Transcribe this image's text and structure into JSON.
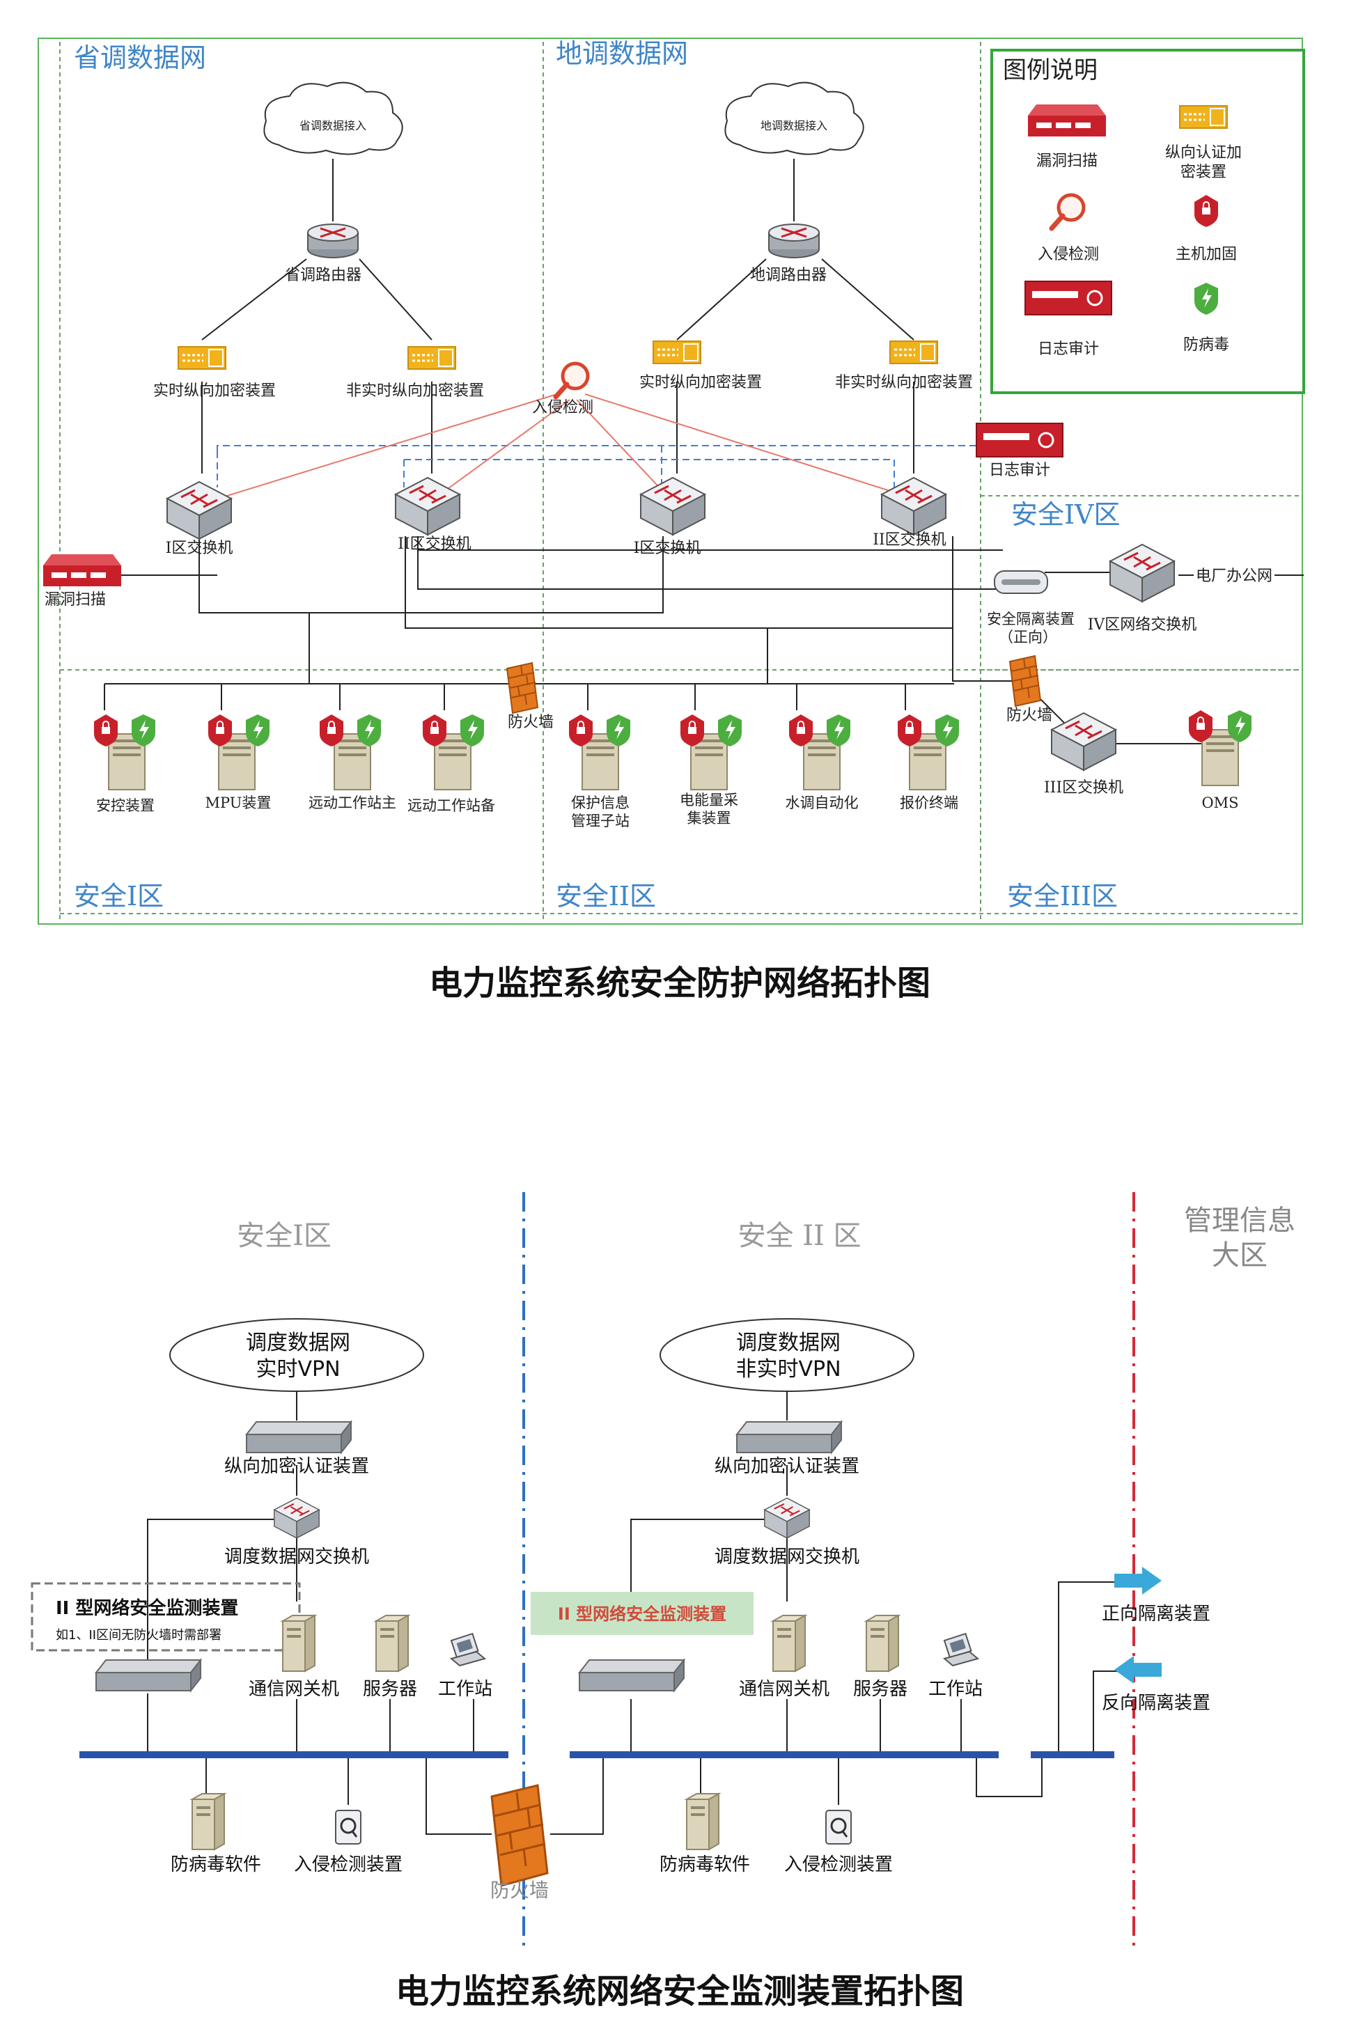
{
  "diagram1": {
    "zones": {
      "provincial_network": "省调数据网",
      "local_network": "地调数据网",
      "zone_I": "安全I区",
      "zone_II": "安全II区",
      "zone_III": "安全III区",
      "zone_IV": "安全IV区"
    },
    "clouds": {
      "provincial": "省调数据接入",
      "local": "地调数据接入"
    },
    "routers": {
      "provincial": "省调路由器",
      "local": "地调路由器"
    },
    "encryptors": {
      "prov_realtime": "实时纵向加密装置",
      "prov_nonrealtime": "非实时纵向加密装置",
      "local_realtime": "实时纵向加密装置",
      "local_nonrealtime": "非实时纵向加密装置"
    },
    "ids": "入侵检测",
    "log_audit": "日志审计",
    "vuln_scan": "漏洞扫描",
    "switches": {
      "sw1": "I区交换机",
      "sw2": "II区交换机",
      "sw3": "I区交换机",
      "sw4": "II区交换机",
      "sw_iii": "III区交换机",
      "sw_iv": "IV区网络交换机"
    },
    "isolation_forward": [
      "安全隔离装置",
      "（正向）"
    ],
    "plant_office": "电厂办公网",
    "firewall_1": "防火墙",
    "firewall_2": "防火墙",
    "hosts": {
      "h1": "安控装置",
      "h2": "MPU装置",
      "h3": "远动工作站主",
      "h4": "远动工作站备",
      "h5": [
        "保护信息",
        "管理子站"
      ],
      "h6": [
        "电能量采",
        "集装置"
      ],
      "h7": "水调自动化",
      "h8": "报价终端",
      "h9": "OMS"
    },
    "legend": {
      "title": "图例说明",
      "items": {
        "vuln_scan": "漏洞扫描",
        "encryptor": [
          "纵向认证加",
          "密装置"
        ],
        "ids": "入侵检测",
        "host_hardening": "主机加固",
        "log_audit": "日志审计",
        "antivirus": "防病毒"
      }
    },
    "caption": "电力监控系统安全防护网络拓扑图"
  },
  "diagram2": {
    "zones": {
      "zone_I": "安全I区",
      "zone_II": "安全 II 区",
      "mgmt": [
        "管理信息",
        "大区"
      ]
    },
    "vpn_left": [
      "调度数据网",
      "实时VPN"
    ],
    "vpn_right": [
      "调度数据网",
      "非实时VPN"
    ],
    "encryptor_left": "纵向加密认证装置",
    "encryptor_right": "纵向加密认证装置",
    "switch_left": "调度数据网交换机",
    "switch_right": "调度数据网交换机",
    "monitor_left": {
      "title": "II 型网络安全监测装置",
      "note": "如1、II区间无防火墙时需部署"
    },
    "monitor_right": "II 型网络安全监测装置",
    "left_row": [
      "通信网关机",
      "服务器",
      "工作站"
    ],
    "right_row": [
      "通信网关机",
      "服务器",
      "工作站"
    ],
    "left_bottom": [
      "防病毒软件",
      "入侵检测装置"
    ],
    "right_bottom": [
      "防病毒软件",
      "入侵检测装置"
    ],
    "firewall": "防火墙",
    "forward_isolation": "正向隔离装置",
    "reverse_isolation": "反向隔离装置",
    "caption": "电力监控系统网络安全监测装置拓扑图"
  },
  "colors": {
    "zone_title": "#3f86c9",
    "outer_border": "#5ab55a",
    "zone_divider": "#6aa06a",
    "red_link": "#e7776a",
    "blue_dash": "#3f7fd0",
    "encryptor_yellow": "#f2b21c",
    "firewall_orange": "#e3781f",
    "device_red": "#c8202a",
    "shield_green": "#4cae3f",
    "bus_blue": "#2a52a8"
  }
}
